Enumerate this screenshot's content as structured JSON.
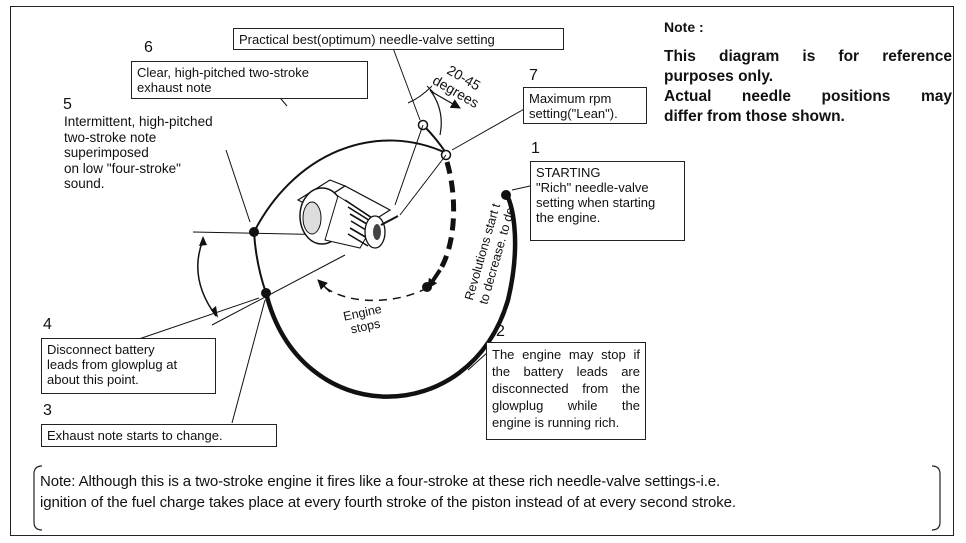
{
  "labels": {
    "optimum": "Practical best(optimum) needle-valve setting",
    "n6": "6",
    "clear_note": [
      "Clear, high-pitched two-stroke",
      "exhaust note"
    ],
    "n5": "5",
    "intermittent": [
      "Intermittent, high-pitched",
      "two-stroke note",
      "superimposed",
      "on low \"four-stroke\"",
      "sound."
    ],
    "degrees": [
      "20-45",
      "degrees"
    ],
    "n7": "7",
    "max_rpm": [
      "Maximum rpm",
      "setting(\"Lean\")."
    ],
    "n1": "1",
    "starting": [
      "STARTING",
      "\"Rich\" needle-valve",
      "setting when starting",
      "the engine."
    ],
    "revolutions": [
      "Revolutions start t",
      "to decrease. to de"
    ],
    "engine_stops": [
      "Engine",
      "stops"
    ],
    "n4": "4",
    "disconnect": [
      "Disconnect battery",
      "leads from glowplug at",
      "about this point."
    ],
    "n3": "3",
    "exhaust_change": "Exhaust note starts to change.",
    "n2": "2",
    "may_stop": [
      "The engine may stop if",
      "the battery leads are",
      "disconnected from the",
      "glowplug while the",
      "engine is running rich."
    ]
  },
  "note": {
    "heading": "Note :",
    "lines": [
      "This diagram is for reference",
      "purposes only.",
      "Actual needle positions may",
      "differ from those shown."
    ]
  },
  "bottom_note": [
    "Note: Although this is a two-stroke engine it fires like a four-stroke at these rich needle-valve settings-i.e.",
    "ignition of the fuel charge takes place at every fourth stroke of the piston instead of at every second stroke."
  ]
}
